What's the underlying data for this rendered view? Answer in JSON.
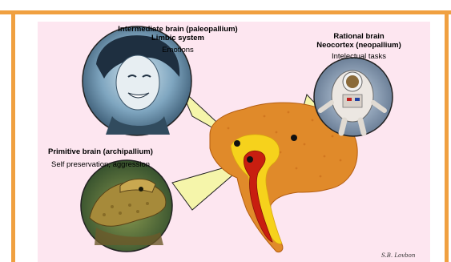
{
  "intermediate": {
    "title_line1": "Intermediate brain (paleopallium)",
    "title_line2": "Limbic system",
    "description": "Emotions"
  },
  "rational": {
    "title_line1": "Rational brain",
    "title_line2": "Neocortex (neopallium)",
    "description": "Intelectual tasks"
  },
  "primitive": {
    "title": "Primitive brain (archipallium)",
    "description": "Self preservation, aggression"
  },
  "signature": "S.B. Lovbon",
  "colors": {
    "frame": "#f0a040",
    "panel": "#fde6f0",
    "neocortex": "#e08a2a",
    "limbic": "#f6d21c",
    "reptilian": "#c81e10",
    "callout": "#f5f5aa"
  },
  "pictures": {
    "intermediate": "smiling-woman-photo",
    "rational": "astronaut-photo",
    "primitive": "lizard-photo"
  }
}
